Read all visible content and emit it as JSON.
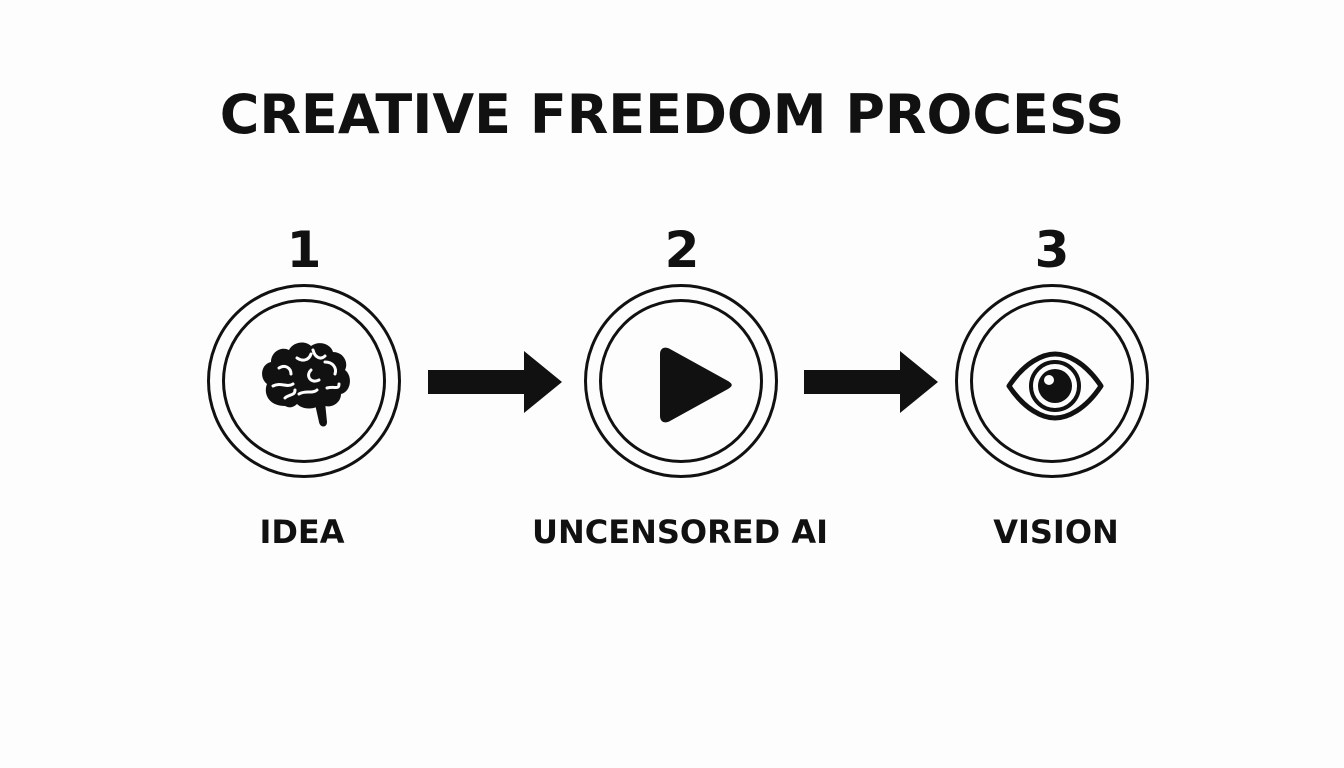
{
  "title": "CREATIVE FREEDOM PROCESS",
  "steps": [
    {
      "number": "1",
      "label": "IDEA",
      "icon": "brain-icon"
    },
    {
      "number": "2",
      "label": "UNCENSORED AI",
      "icon": "play-icon"
    },
    {
      "number": "3",
      "label": "VISION",
      "icon": "eye-icon"
    }
  ],
  "colors": {
    "ink": "#111111",
    "background": "#fdfdfd"
  }
}
